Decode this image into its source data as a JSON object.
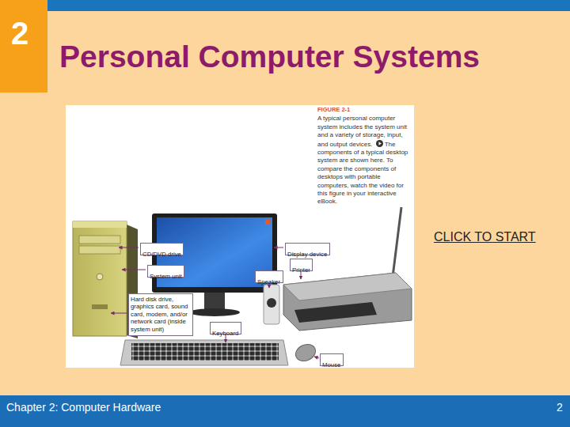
{
  "diagram": {
    "title": "Personal Computer Systems",
    "nodes": [
      {
        "text": [
          "CD/DVD drive"
        ]
      },
      {
        "text": [
          "System unit"
        ]
      },
      {
        "text": [
          "Hard disk drive, graphics card, sound card, modem, and/or network card (inside system unit)"
        ]
      },
      {
        "text": [
          "Display device"
        ]
      },
      {
        "text": [
          "Printer"
        ]
      },
      {
        "text": [
          "Speaker"
        ]
      },
      {
        "text": [
          "Keyboard"
        ]
      },
      {
        "text": [
          "Mouse"
        ]
      }
    ],
    "labels": [
      "2",
      "FIGURE 2-1",
      "A typical personal computer system includes the system unit and a variety of storage, input, and output devices.",
      "The components of a typical desktop system are shown here. To compare the components of desktops with portable computers, watch the video for this figure in your interactive eBook.",
      "CLICK TO START",
      "Chapter 2: Computer Hardware",
      "2"
    ]
  }
}
